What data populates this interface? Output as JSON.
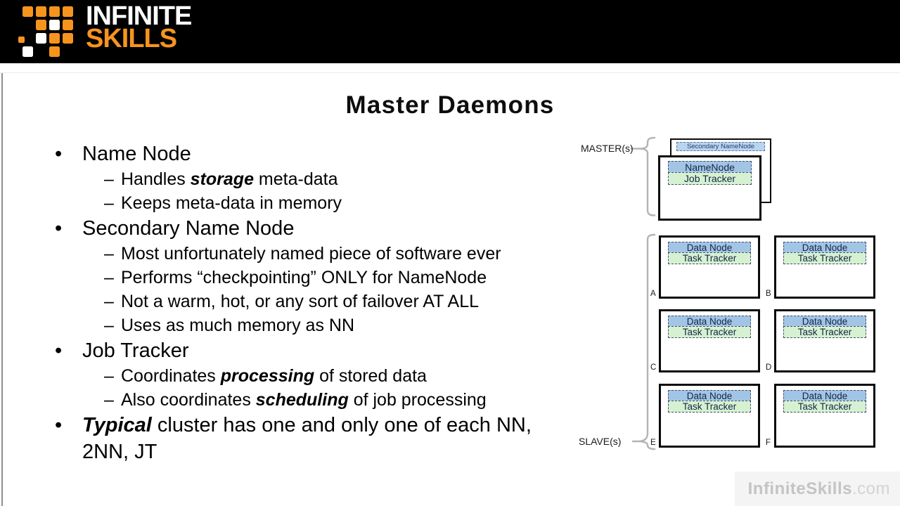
{
  "header": {
    "logo_line1": "INFINITE",
    "logo_line2": "SKILLS"
  },
  "slide": {
    "title": "Master Daemons",
    "bullets": [
      {
        "marker": "•",
        "pre": "Name Node",
        "em": "",
        "post": ""
      },
      {
        "marker": "–",
        "pre": "Handles ",
        "em": "storage",
        "post": " meta-data"
      },
      {
        "marker": "–",
        "pre": "Keeps meta-data in memory",
        "em": "",
        "post": ""
      },
      {
        "marker": "•",
        "pre": "Secondary Name Node",
        "em": "",
        "post": ""
      },
      {
        "marker": "–",
        "pre": "Most unfortunately named piece of software ever",
        "em": "",
        "post": ""
      },
      {
        "marker": "–",
        "pre": "Performs “checkpointing” ONLY for NameNode",
        "em": "",
        "post": ""
      },
      {
        "marker": "–",
        "pre": "Not a warm, hot, or any sort of failover AT ALL",
        "em": "",
        "post": ""
      },
      {
        "marker": "–",
        "pre": "Uses as much memory as NN",
        "em": "",
        "post": ""
      },
      {
        "marker": "•",
        "pre": "Job Tracker",
        "em": "",
        "post": ""
      },
      {
        "marker": "–",
        "pre": "Coordinates ",
        "em": "processing",
        "post": " of stored data"
      },
      {
        "marker": "–",
        "pre": "Also coordinates ",
        "em": "scheduling",
        "post": " of job processing"
      },
      {
        "marker": "•",
        "pre": "",
        "em": "Typical",
        "post": " cluster has one and only one of each NN, 2NN, JT"
      }
    ]
  },
  "diagram": {
    "master_label": "MASTER(s)",
    "slave_label": "SLAVE(s)",
    "secondary_node": "Secondary NameNode",
    "master_rows": {
      "row1": "NameNode",
      "row2": "Job Tracker"
    },
    "slaves": [
      {
        "letter": "A",
        "row1": "Data Node",
        "row2": "Task Tracker"
      },
      {
        "letter": "B",
        "row1": "Data Node",
        "row2": "Task Tracker"
      },
      {
        "letter": "C",
        "row1": "Data Node",
        "row2": "Task Tracker"
      },
      {
        "letter": "D",
        "row1": "Data Node",
        "row2": "Task Tracker"
      },
      {
        "letter": "E",
        "row1": "Data Node",
        "row2": "Task Tracker"
      },
      {
        "letter": "F",
        "row1": "Data Node",
        "row2": "Task Tracker"
      }
    ]
  },
  "watermark": {
    "bold": "InfiniteSkills",
    "suffix": ".com"
  },
  "colors": {
    "brand_orange": "#F7941E",
    "node_blue": "#A2C5E6",
    "node_blue_light": "#B8D4F0",
    "node_green": "#D6F1D2",
    "header_bg": "#000000"
  }
}
